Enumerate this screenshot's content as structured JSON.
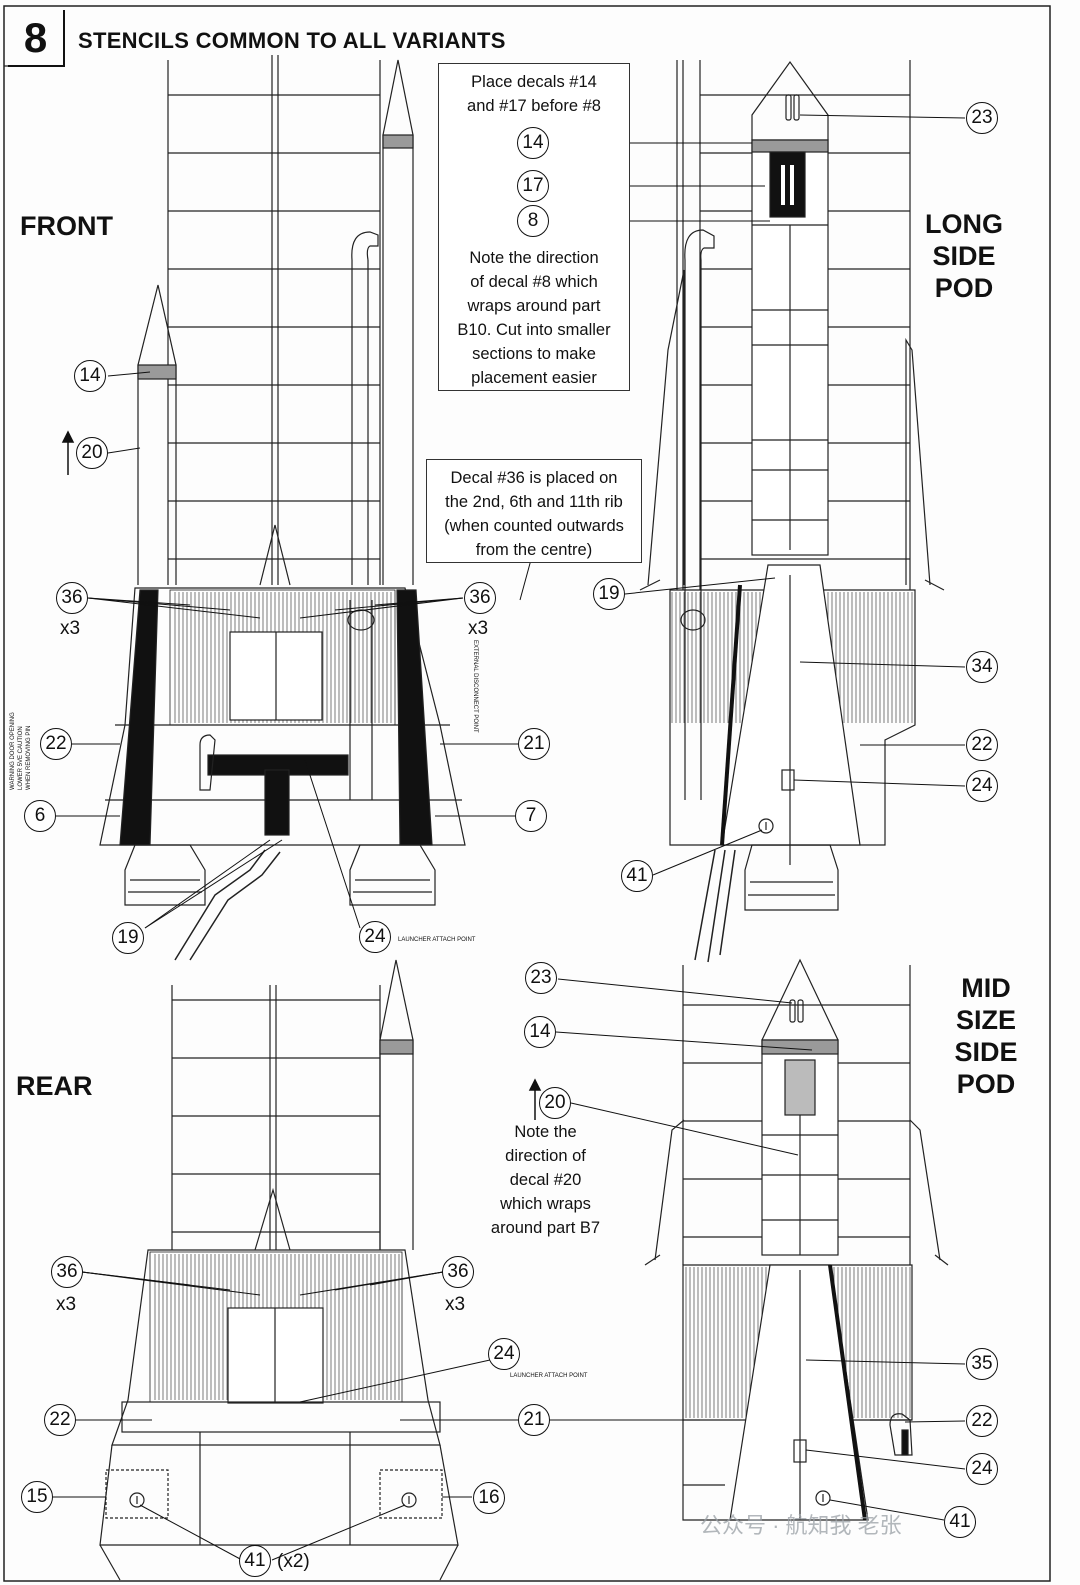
{
  "page": {
    "step_number": "8",
    "title": "STENCILS COMMON TO ALL VARIANTS"
  },
  "views": {
    "front": "FRONT",
    "long_side_pod": [
      "LONG",
      "SIDE",
      "POD"
    ],
    "rear": "REAR",
    "mid_size_side_pod": [
      "MID",
      "SIZE",
      "SIDE",
      "POD"
    ]
  },
  "notes": {
    "decals_14_17": [
      "Place decals #14",
      "and #17 before #8"
    ],
    "decal_8": [
      "Note the direction",
      "of decal #8 which",
      "wraps around part",
      "B10. Cut into smaller",
      "sections to make",
      "placement easier"
    ],
    "decal_36": [
      "Decal #36 is placed on",
      "the 2nd, 6th and 11th rib",
      "(when counted outwards",
      "from the centre)"
    ],
    "decal_20": [
      "Note the",
      "direction of",
      "decal #20",
      "which wraps",
      "around part B7"
    ]
  },
  "callouts": {
    "front": [
      "14",
      "20",
      "36",
      "36",
      "22",
      "6",
      "19",
      "24",
      "7",
      "21"
    ],
    "long_side": [
      "14",
      "17",
      "8",
      "23",
      "19",
      "34",
      "22",
      "24",
      "41"
    ],
    "rear": [
      "36",
      "36",
      "24",
      "22",
      "21",
      "15",
      "16",
      "41"
    ],
    "mid_side": [
      "23",
      "14",
      "20",
      "35",
      "22",
      "24",
      "41"
    ]
  },
  "multipliers": {
    "x3": "x3",
    "x2": "(x2)"
  },
  "stencil_text": {
    "launcher_attach_point": "LAUNCHER ATTACH POINT",
    "external_disconnect_point": "EXTERNAL DISCONNECT POINT",
    "warning_door_opening": "WARNING DOOR OPENING",
    "lower_5ve_caution": "LOWER 5VE CAUTION",
    "when_removing_pin": "WHEN REMOVING PIN"
  },
  "watermark": "公众号 · 航知我 老张"
}
